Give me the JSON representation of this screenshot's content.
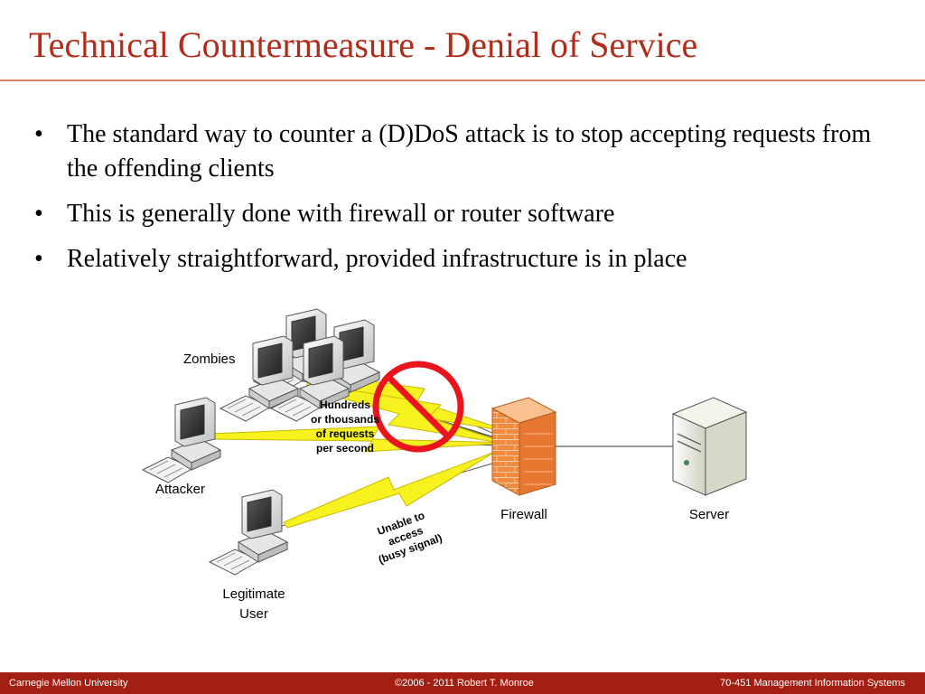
{
  "slide": {
    "title": "Technical Countermeasure - Denial of Service",
    "bullets": [
      "The standard way to counter a (D)DoS attack is to stop accepting requests from the offending clients",
      "This is generally done with firewall or router software",
      "Relatively straightforward, provided infrastructure is in place"
    ]
  },
  "diagram": {
    "labels": {
      "zombies": "Zombies",
      "attacker": "Attacker",
      "legitimate_line1": "Legitimate",
      "legitimate_line2": "User",
      "firewall": "Firewall",
      "server": "Server"
    },
    "flood_text": [
      "Hundreds",
      "or thousands",
      "of requests",
      "per second"
    ],
    "blocked_text": [
      "Unable to",
      "access",
      "(busy signal)"
    ],
    "colors": {
      "lightning": "#f7f21f",
      "no_sign": "#e8161c",
      "firewall_brick": "#f08a3c"
    }
  },
  "footer": {
    "left": "Carnegie Mellon University",
    "center": "©2006 - 2011 Robert T. Monroe",
    "right": "70-451 Management Information Systems"
  }
}
